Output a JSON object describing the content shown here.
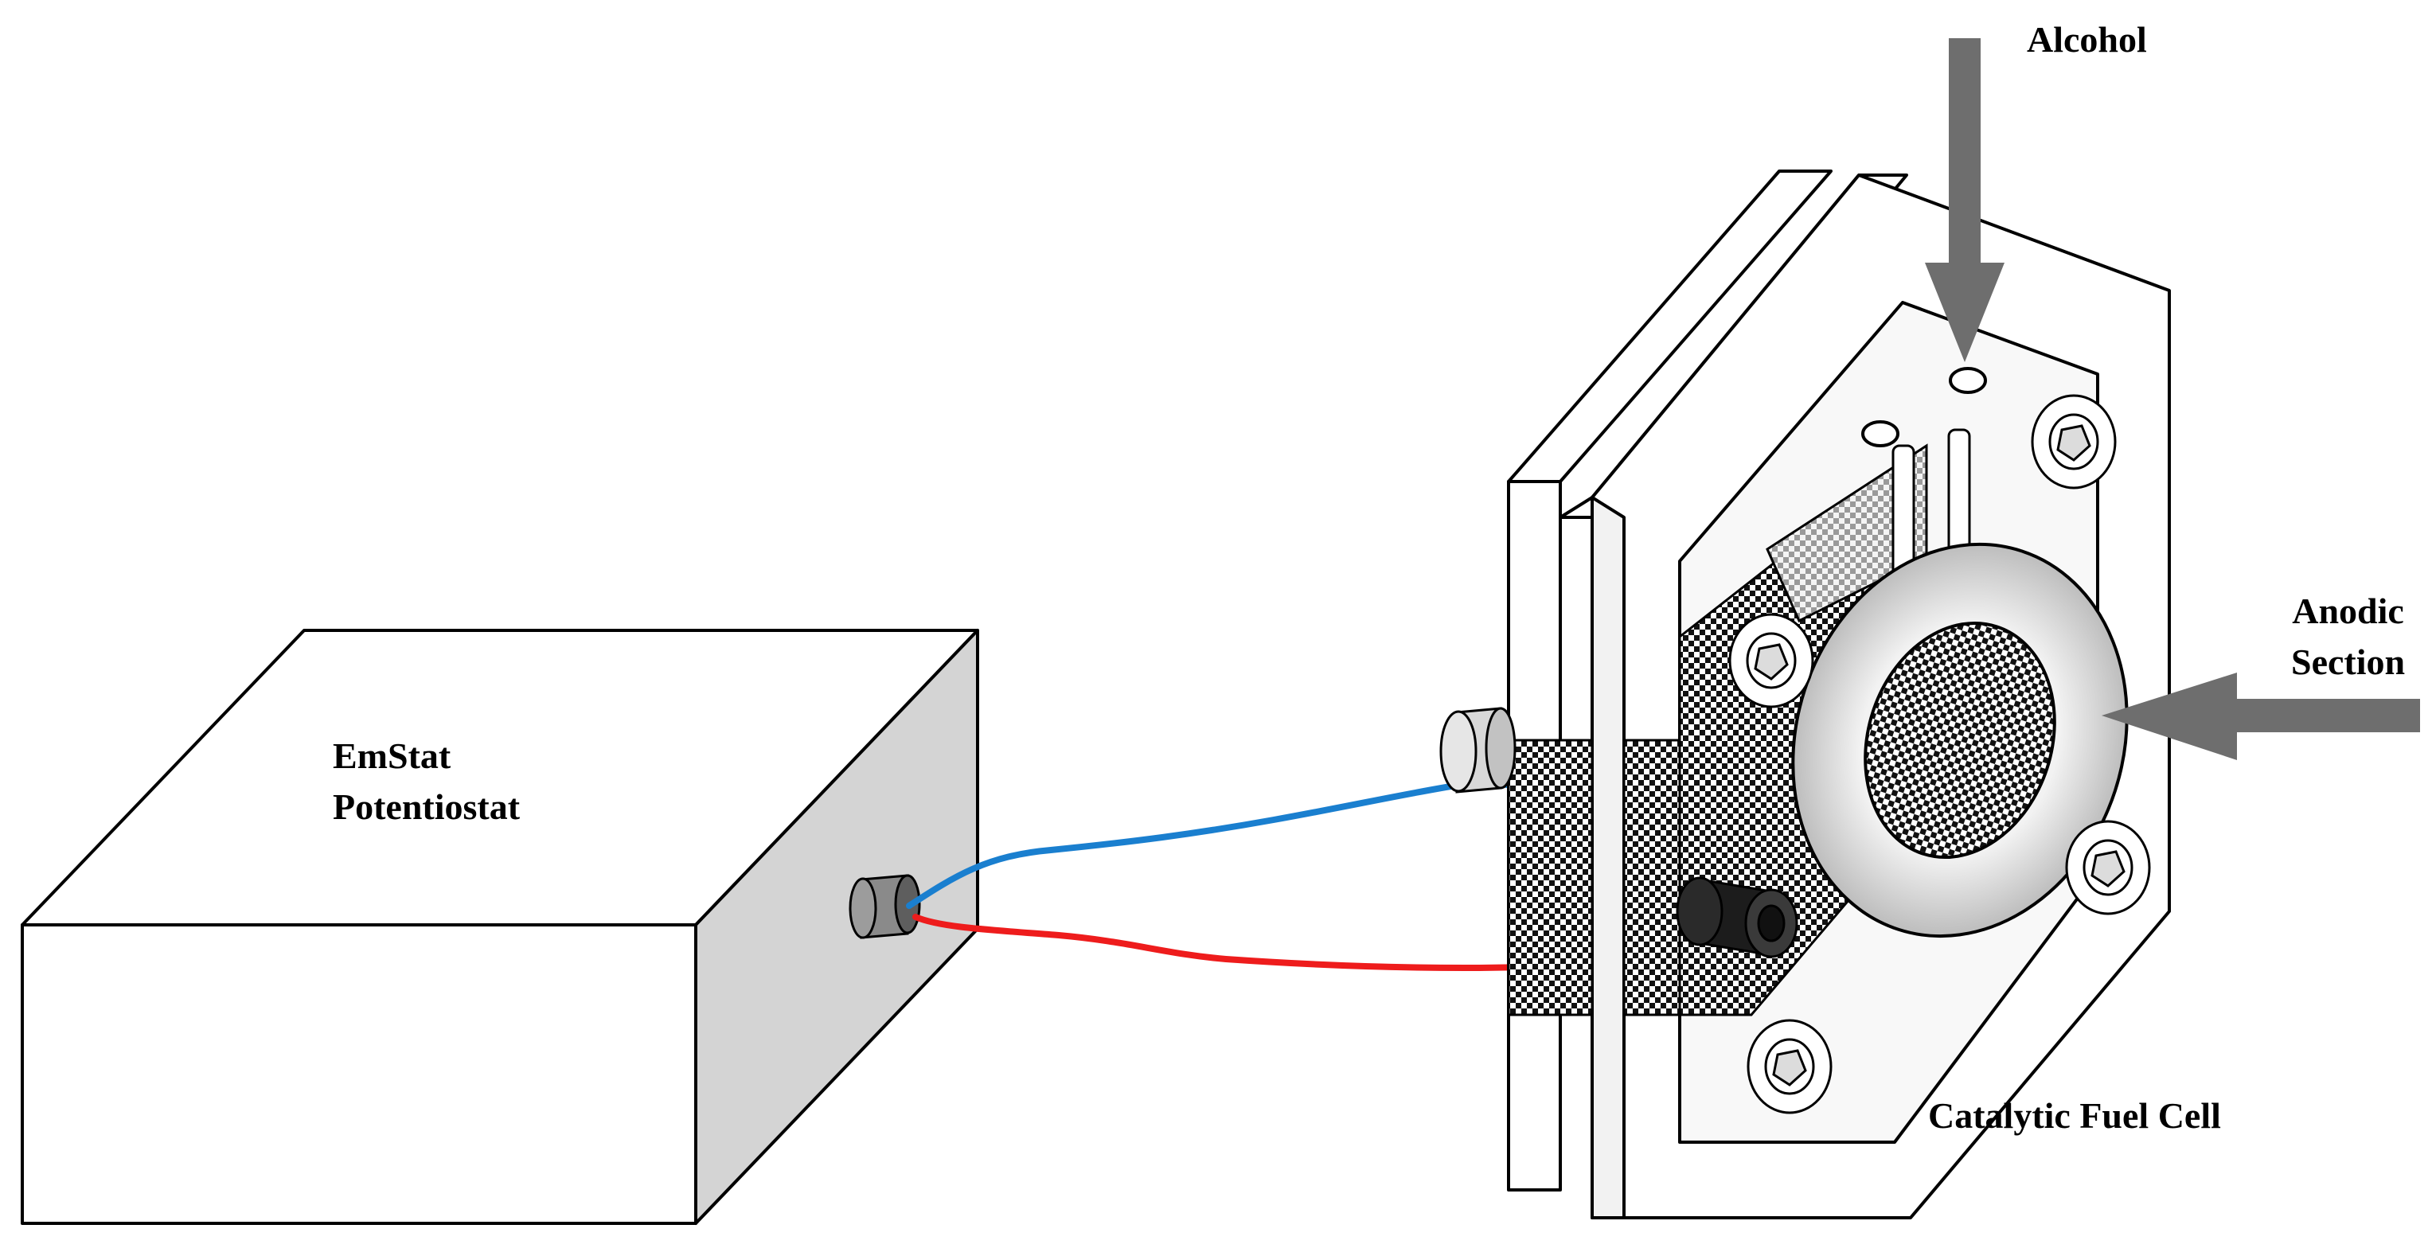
{
  "labels": {
    "potentiostat_line1": "EmStat",
    "potentiostat_line2": "Potentiostat",
    "alcohol": "Alcohol",
    "anodic_line1": "Anodic",
    "anodic_line2": "Section",
    "fuel_cell": "Catalytic Fuel Cell"
  },
  "colors": {
    "box_side": "#d4d4d4",
    "connector": "#7a7a7a",
    "wire_blue": "#1a7fcf",
    "wire_red": "#ee1c1c",
    "arrow": "#6e6e6e",
    "outline": "#000000"
  }
}
